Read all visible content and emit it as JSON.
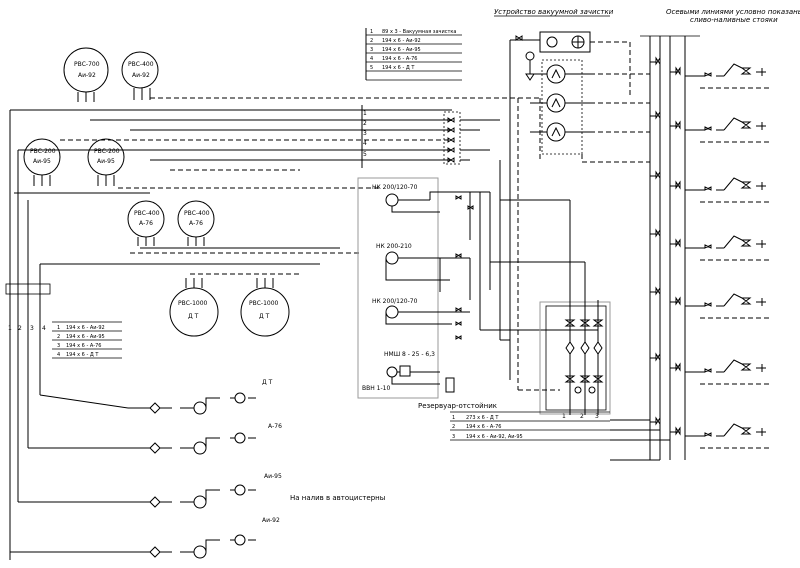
{
  "titles": {
    "vacuum": "Устройство вакуумной зачистки",
    "axes_line1": "Осевыми линиями условно показаны",
    "axes_line2": "сливо-наливные стояки",
    "road_tank": "На налив в автоцистерны",
    "settler": "Резервуар-отстойник"
  },
  "tanks": [
    {
      "name": "РВС-700",
      "fuel": "Аи-92"
    },
    {
      "name": "РВС-400",
      "fuel": "Аи-92"
    },
    {
      "name": "РВС-200",
      "fuel": "Аи-95"
    },
    {
      "name": "РВС-200",
      "fuel": "Аи-95"
    },
    {
      "name": "РВС-400",
      "fuel": "А-76"
    },
    {
      "name": "РВС-400",
      "fuel": "А-76"
    },
    {
      "name": "РВС-1000",
      "fuel": "Д Т"
    },
    {
      "name": "РВС-1000",
      "fuel": "Д Т"
    }
  ],
  "legend_top": [
    {
      "n": "1",
      "spec": "89 х 3 - Вакуумная зачистка"
    },
    {
      "n": "2",
      "spec": "194 х 6 - Аи-92"
    },
    {
      "n": "3",
      "spec": "194 х 6 - Аи-95"
    },
    {
      "n": "4",
      "spec": "194 х 6 - А-76"
    },
    {
      "n": "5",
      "spec": "194 х 6 - Д Т"
    }
  ],
  "legend_left": [
    {
      "n": "1",
      "spec": "194 х 6 - Аи-92"
    },
    {
      "n": "2",
      "spec": "194 х 6 - Аи-95"
    },
    {
      "n": "3",
      "spec": "194 х 6 - А-76"
    },
    {
      "n": "4",
      "spec": "194 х 6 - Д Т"
    }
  ],
  "legend_bottom": [
    {
      "n": "1",
      "spec": "273 х 6 - Д Т"
    },
    {
      "n": "2",
      "spec": "194 х 6 - А-76"
    },
    {
      "n": "3",
      "spec": "194 х 6 - Аи-92, Аи-95"
    }
  ],
  "pumps": [
    {
      "label": "НК 200/120-70"
    },
    {
      "label": "НК 200-210"
    },
    {
      "label": "НК 200/120-70"
    },
    {
      "label": "НМШ 8 - 25 - 6,3"
    },
    {
      "label": "ВВН 1-10"
    }
  ],
  "fill_lines": [
    "Д Т",
    "А-76",
    "Аи-95",
    "Аи-92"
  ],
  "left_numbers": [
    "1",
    "2",
    "3",
    "4"
  ],
  "bottom_numbers": [
    "1",
    "2",
    "3"
  ],
  "top_numbers": [
    "1",
    "2",
    "3",
    "4",
    "5"
  ]
}
